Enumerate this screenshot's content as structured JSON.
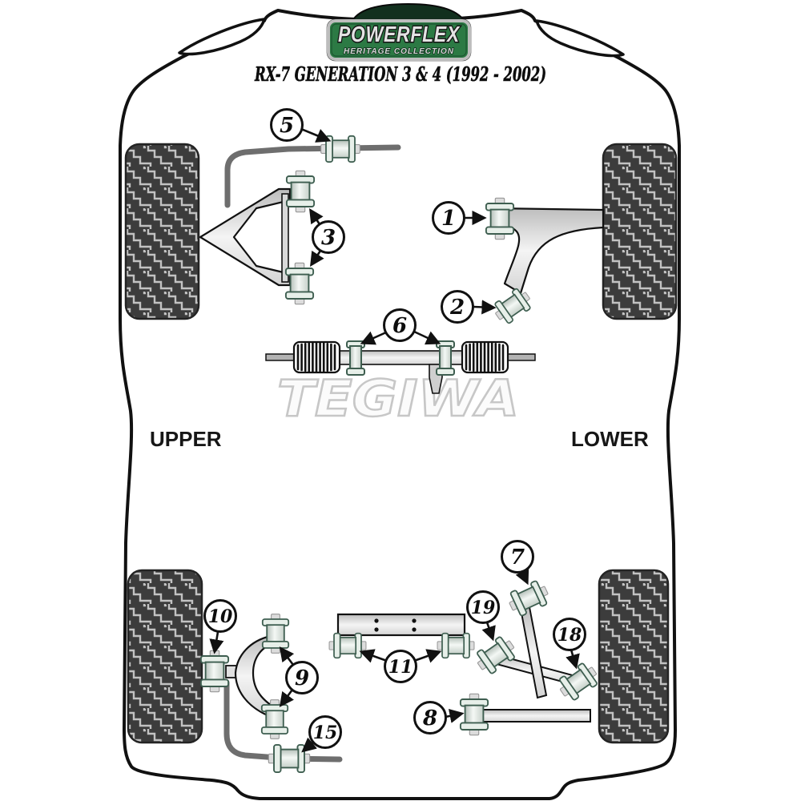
{
  "header": {
    "brand": "POWERFLEX",
    "brand_sub": "HERITAGE COLLECTION",
    "title": "RX-7 GENERATION 3 & 4 (1992 - 2002)"
  },
  "labels": {
    "left": "UPPER",
    "right": "LOWER"
  },
  "watermark": {
    "text": "TEGIWA"
  },
  "callouts": [
    {
      "number": "1"
    },
    {
      "number": "2"
    },
    {
      "number": "3"
    },
    {
      "number": "5"
    },
    {
      "number": "6"
    },
    {
      "number": "7"
    },
    {
      "number": "8"
    },
    {
      "number": "9"
    },
    {
      "number": "10"
    },
    {
      "number": "11"
    },
    {
      "number": "15"
    },
    {
      "number": "18"
    },
    {
      "number": "19"
    }
  ],
  "colors": {
    "badge_green": "#2c7a44",
    "badge_silver": "#c0c0c0",
    "bushing_fill": "#e7efe9",
    "bushing_outline": "#3e5e50",
    "tire_dark": "#3c3c3c",
    "tread_light": "#c2c2c2",
    "outline_black": "#111111",
    "watermark_gray": "#c7c7c7",
    "bar_gray": "#6e6e6e"
  }
}
